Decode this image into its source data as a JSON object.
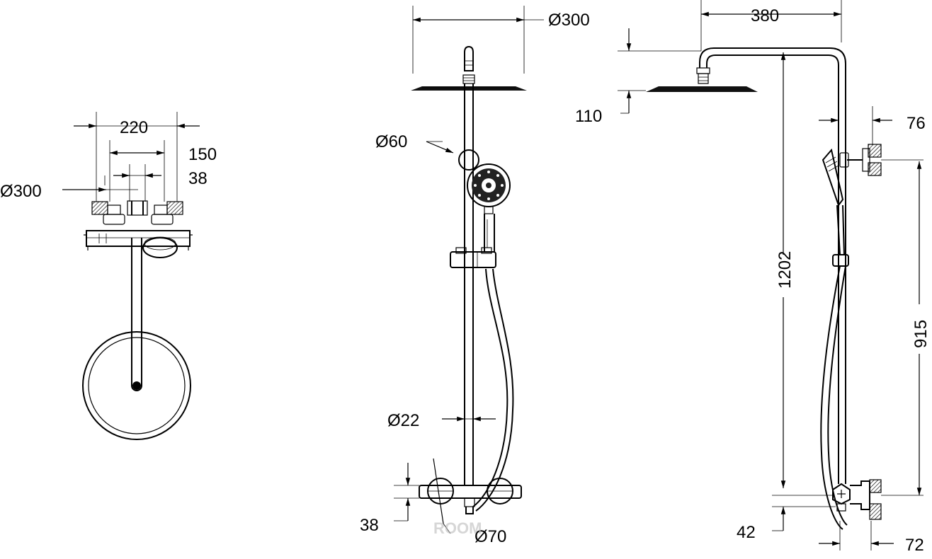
{
  "top_view": {
    "dia_head": "Ø300",
    "width_220": "220",
    "width_150": "150",
    "width_38": "38"
  },
  "front_view": {
    "dia_head": "Ø300",
    "dia_slider": "Ø60",
    "dia_bar": "Ø22",
    "height_38": "38",
    "dia_bottom": "Ø70"
  },
  "side_view": {
    "reach_380": "380",
    "height_110": "110",
    "offset_76": "76",
    "height_1202": "1202",
    "height_915": "915",
    "height_42": "42",
    "offset_72": "72"
  },
  "watermark": "ROOM"
}
